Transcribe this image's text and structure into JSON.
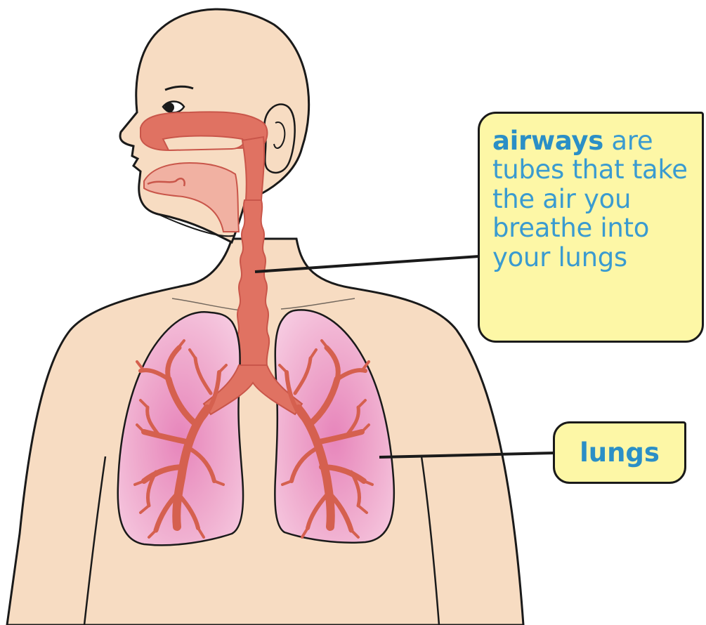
{
  "labels": {
    "airways": {
      "term": "airways",
      "text": " are tubes that take the air you breathe into your lungs"
    },
    "lungs": {
      "term": "lungs"
    }
  },
  "colors": {
    "skin": "#f7dcc2",
    "outline": "#1a1a1a",
    "airway": "#e07262",
    "airway_dark": "#c9564a",
    "throat_light": "#f1b1a2",
    "lung": "#f2bed9",
    "lung_inner": "#e98cbf",
    "callout_fill": "#fdf7a6",
    "label_text": "#2b8fc6"
  }
}
